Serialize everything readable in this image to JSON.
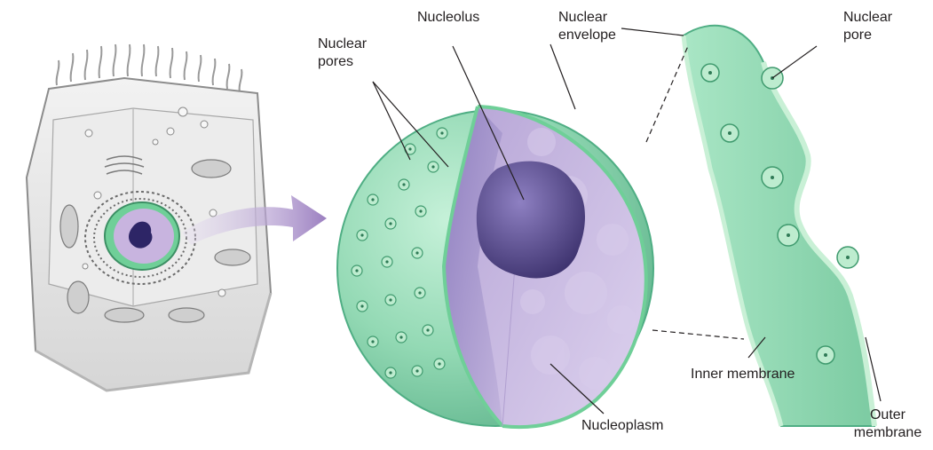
{
  "labels": {
    "nuclear_pores": "Nuclear\npores",
    "nucleolus": "Nucleolus",
    "nuclear_envelope": "Nuclear\nenvelope",
    "nuclear_pore": "Nuclear\npore",
    "inner_membrane": "Inner membrane",
    "nucleoplasm": "Nucleoplasm",
    "outer_membrane": "Outer\nmembrane"
  },
  "colors": {
    "envelope_green": "#8fd8b2",
    "envelope_dark": "#4fae84",
    "membrane_light": "#c9f0d6",
    "nucleoplasm_purple": "#a995c9",
    "nucleoplasm_light": "#c8b9e0",
    "nucleolus_purple": "#5a4d8c",
    "arrow_purple": "#9b7fc0",
    "leader_line": "#231f20",
    "cell_gray": "#e2e2e2"
  },
  "icons": {
    "cell": "animal-cell-cutaway",
    "arrow": "curved-arrow",
    "nucleus": "nucleus-cutaway-sphere",
    "envelope": "nuclear-envelope-section"
  }
}
